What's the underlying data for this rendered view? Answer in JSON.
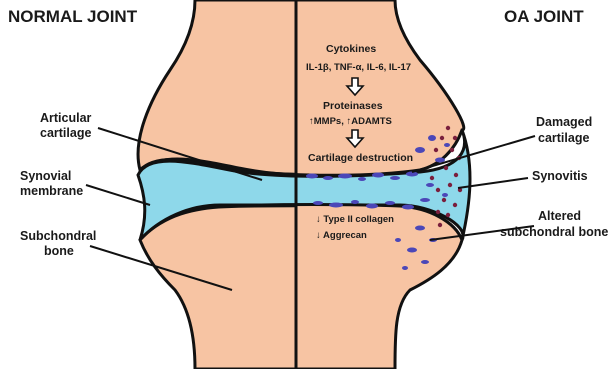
{
  "headings": {
    "left": "NORMAL JOINT",
    "right": "OA JOINT"
  },
  "labels_left": {
    "articular_1": "Articular",
    "articular_2": "cartilage",
    "synovial_1": "Synovial",
    "synovial_2": "membrane",
    "subchondral_1": "Subchondral",
    "subchondral_2": "bone"
  },
  "labels_right": {
    "damaged_1": "Damaged",
    "damaged_2": "cartilage",
    "synovitis": "Synovitis",
    "altered_1": "Altered",
    "altered_2": "subchondral bone"
  },
  "pathway": {
    "cytokines": "Cytokines",
    "cytokine_list": "IL-1β, TNF-α, IL-6, IL-17",
    "proteinases": "Proteinases",
    "proteinase_list": "↑MMPs, ↑ADAMTS",
    "destruction": "Cartilage destruction",
    "collagen": "↓ Type II collagen",
    "aggrecan": "↓ Aggrecan"
  },
  "colors": {
    "bone": "#f7c4a3",
    "cartilage_fluid": "#8ed8ea",
    "outline": "#111111",
    "damage_blue": "#4b47b8",
    "synovitis_red": "#7a1f3d"
  }
}
